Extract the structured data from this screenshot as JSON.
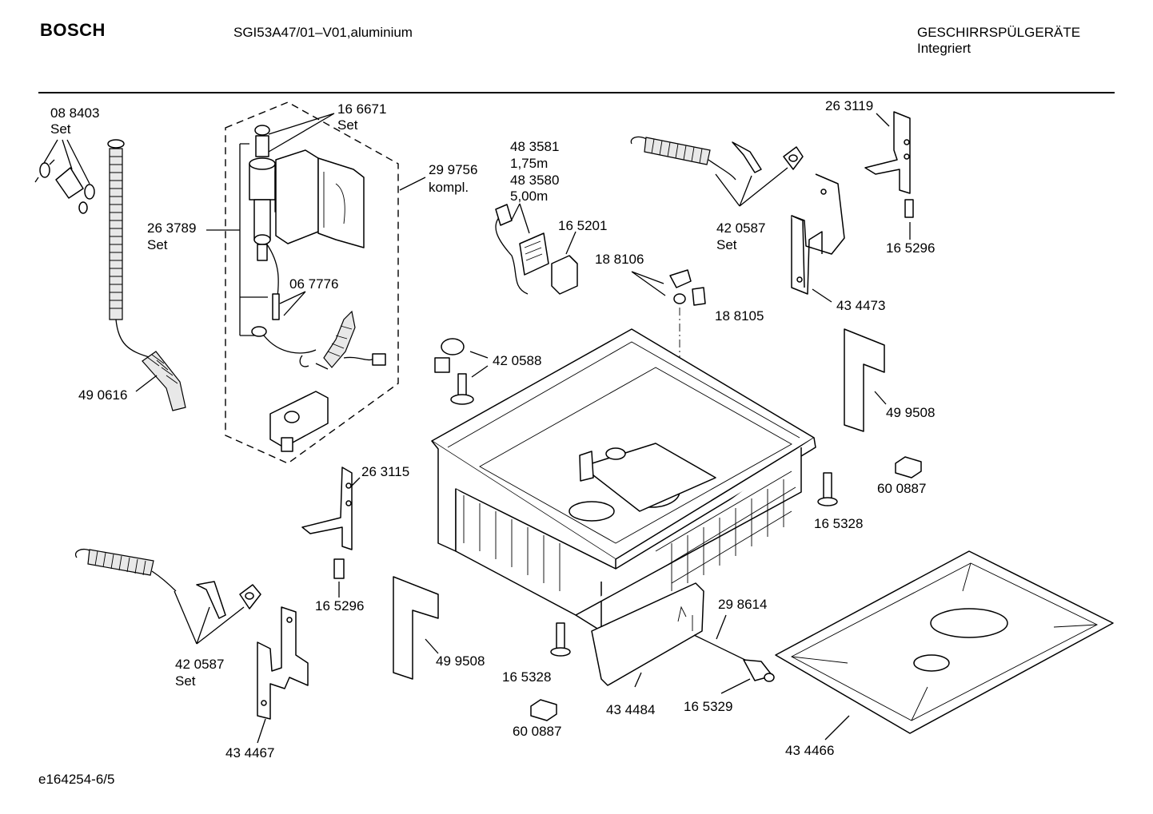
{
  "header": {
    "brand": "BOSCH",
    "model": "SGI53A47/01–V01,aluminium",
    "category": "GESCHIRRSPÜLGERÄTE",
    "subcategory": "Integriert"
  },
  "footer": {
    "doc_id": "e164254-6/5"
  },
  "labels": {
    "p088403": "08 8403",
    "p088403_set": "Set",
    "p166671": "16 6671",
    "p166671_set": "Set",
    "p299756": "29 9756",
    "p299756_note": "kompl.",
    "p263789": "26 3789",
    "p263789_set": "Set",
    "p067776": "06 7776",
    "p490616": "49 0616",
    "p483581": "48 3581",
    "p483581_len": "1,75m",
    "p483580": "48 3580",
    "p483580_len": "5,00m",
    "p165201": "16 5201",
    "p188106": "18 8106",
    "p188105": "18 8105",
    "p420587a": "42 0587",
    "p420587a_set": "Set",
    "p263119": "26 3119",
    "p165296a": "16 5296",
    "p434473": "43 4473",
    "p420588": "42 0588",
    "p499508a": "49 9508",
    "p600887a": "60 0887",
    "p165328a": "16 5328",
    "p263115": "26 3115",
    "p165296b": "16 5296",
    "p420587b": "42 0587",
    "p420587b_set": "Set",
    "p434467": "43 4467",
    "p499508b": "49 9508",
    "p165328b": "16 5328",
    "p600887b": "60 0887",
    "p298614": "29 8614",
    "p434484": "43 4484",
    "p165329": "16 5329",
    "p434466": "43 4466"
  }
}
